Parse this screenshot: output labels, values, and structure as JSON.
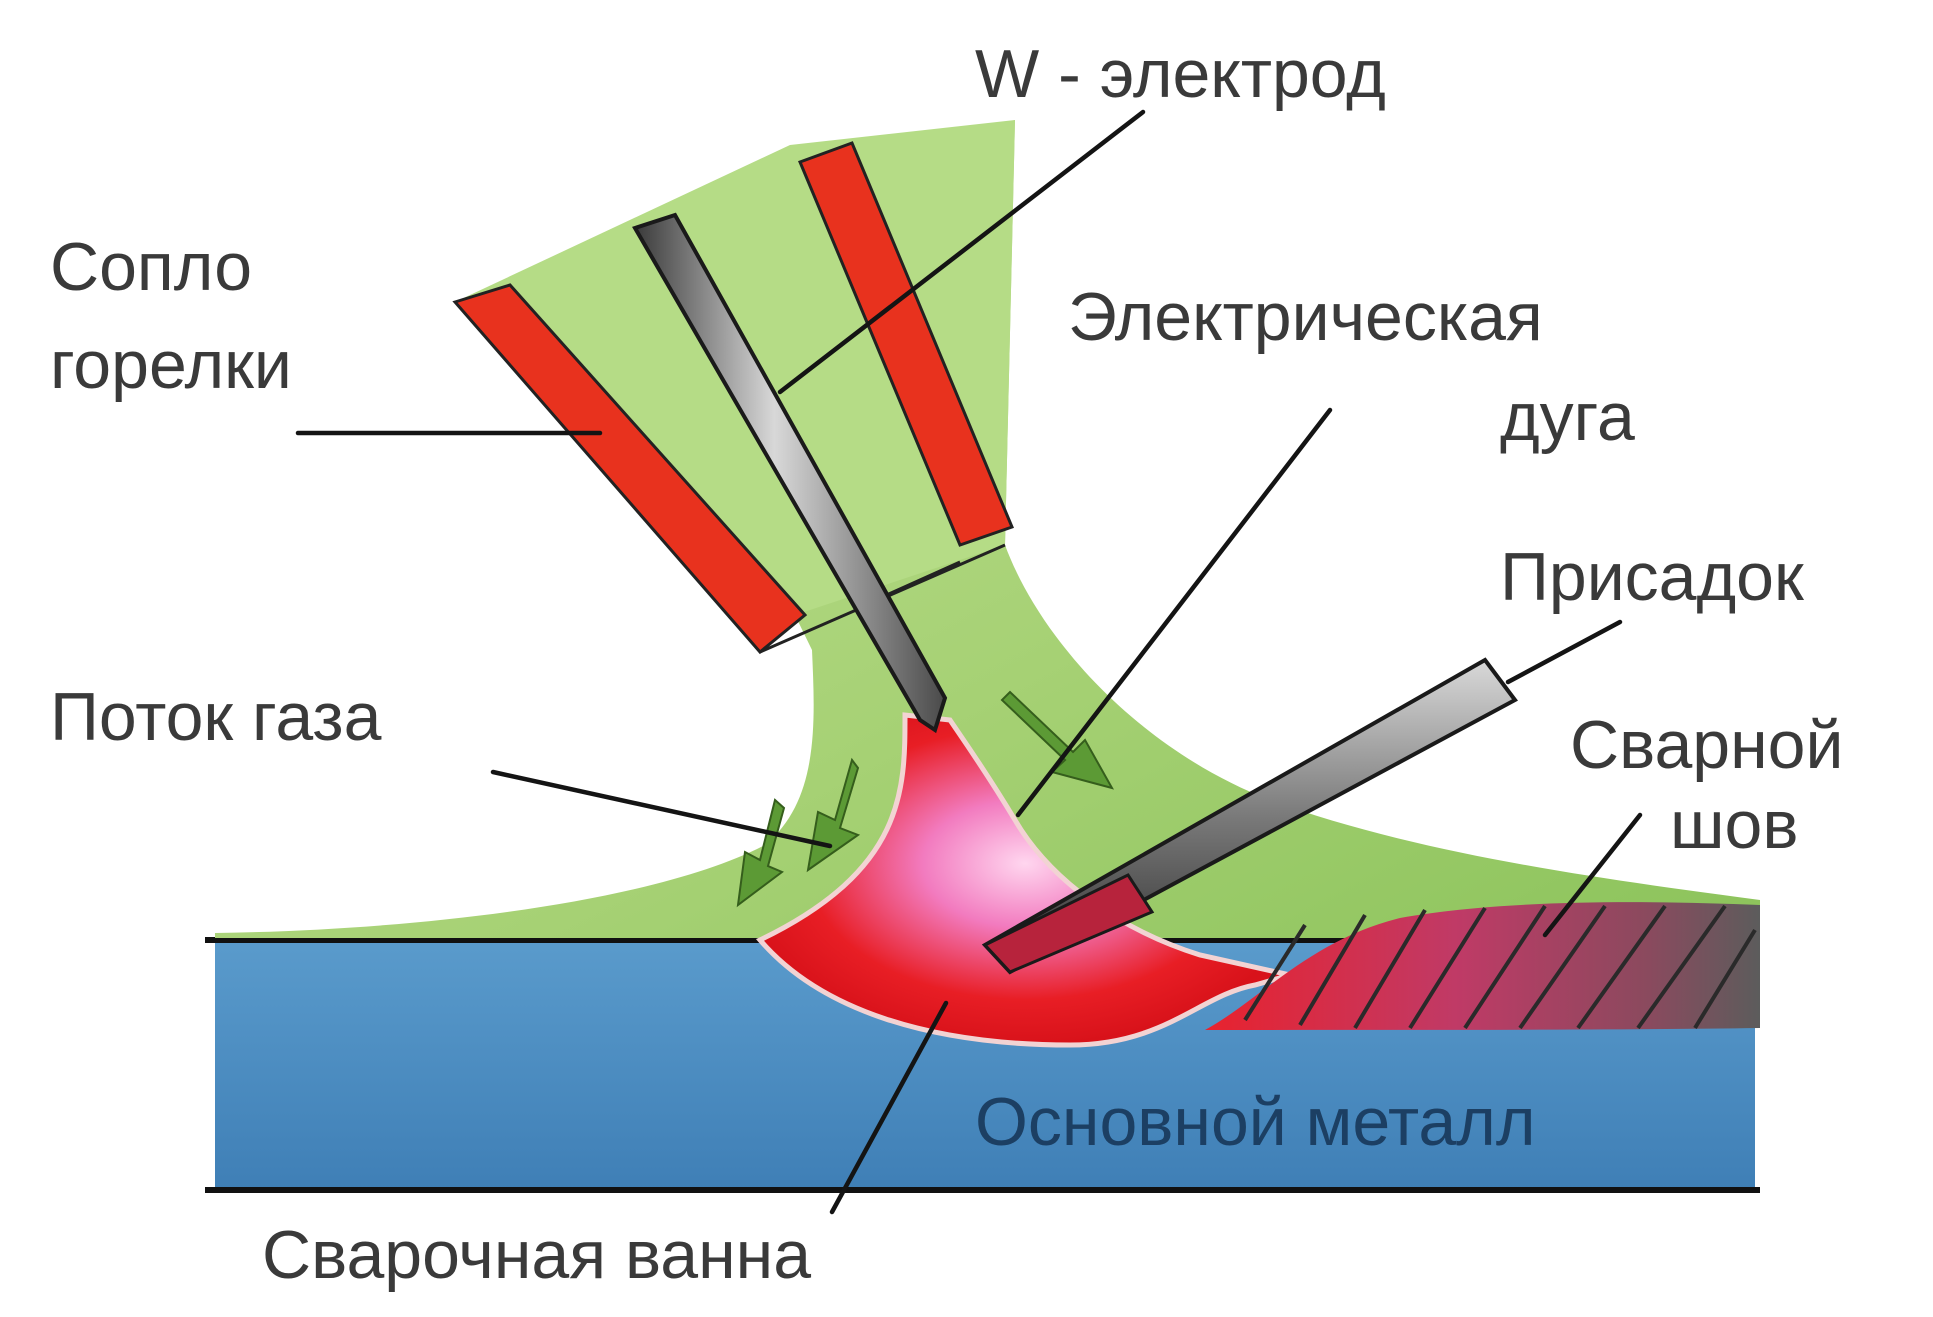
{
  "labels": {
    "electrode": "W - электрод",
    "nozzle_line1": "Сопло",
    "nozzle_line2": "горелки",
    "arc_line1": "Электрическая",
    "arc_line2": "дуга",
    "filler": "Присадок",
    "seam_line1": "Сварной",
    "seam_line2": "шов",
    "gas_flow": "Поток газа",
    "base_metal": "Основной металл",
    "weld_pool": "Сварочная ванна"
  },
  "colors": {
    "gas": "#a9d37a",
    "gas_dark": "#7fb24e",
    "nozzle_red": "#e8321e",
    "metal": "#4f8fc2",
    "pool": "#e81e25",
    "electrode": "#8d8d8d",
    "seam": "#c92a3f"
  }
}
